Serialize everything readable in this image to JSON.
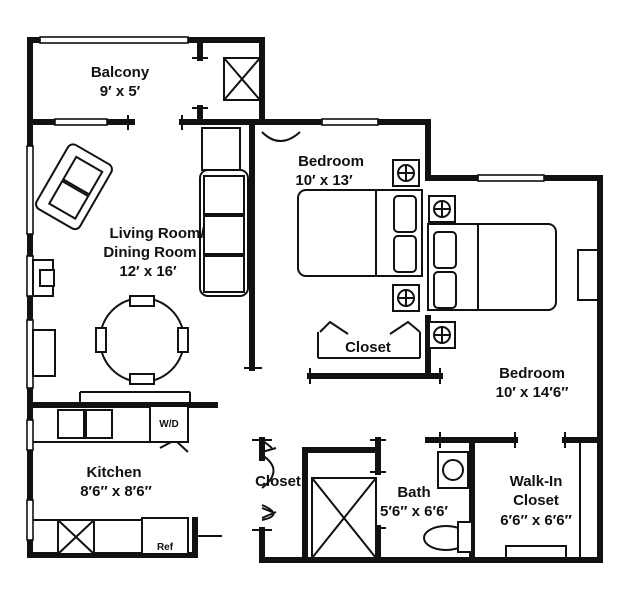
{
  "rooms": {
    "balcony": {
      "name": "Balcony",
      "size": "9′ x 5′"
    },
    "living": {
      "name_line1": "Living Room/",
      "name_line2": "Dining Room",
      "size": "12′ x 16′"
    },
    "bedroom1": {
      "name": "Bedroom",
      "size": "10′ x 13′"
    },
    "bedroom2": {
      "name": "Bedroom",
      "size": "10′ x 14′6″"
    },
    "closet1": {
      "name": "Closet"
    },
    "closet2": {
      "name": "Closet"
    },
    "kitchen": {
      "name": "Kitchen",
      "size": "8′6″ x 8′6″"
    },
    "bath": {
      "name": "Bath",
      "size": "5′6″ x 6′6′"
    },
    "walkin": {
      "name_line1": "Walk-In",
      "name_line2": "Closet",
      "size": "6′6″ x 6′6″"
    }
  },
  "appliances": {
    "washer_dryer": "W/D",
    "refrigerator": "Ref"
  }
}
